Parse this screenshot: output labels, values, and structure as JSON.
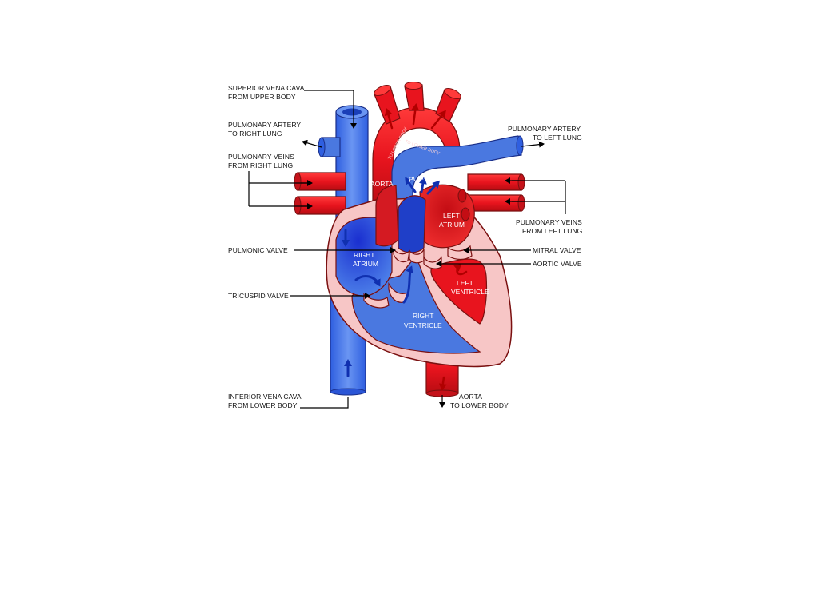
{
  "labels": {
    "superior_vena_cava": [
      "SUPERIOR VENA CAVA",
      "FROM UPPER BODY"
    ],
    "pulmonary_artery_right": [
      "PULMONARY ARTERY",
      "TO RIGHT LUNG"
    ],
    "pulmonary_veins_right": [
      "PULMONARY VEINS",
      "FROM RIGHT LUNG"
    ],
    "pulmonic_valve": "PULMONIC VALVE",
    "tricuspid_valve": "TRICUSPID VALVE",
    "inferior_vena_cava": [
      "INFERIOR VENA CAVA",
      "FROM LOWER BODY"
    ],
    "aorta_lower": [
      "AORTA",
      "TO LOWER BODY"
    ],
    "pulmonary_artery_left": [
      "PULMONARY ARTERY",
      "TO LEFT LUNG"
    ],
    "pulmonary_veins_left": [
      "PULMONARY VEINS",
      "FROM LEFT LUNG"
    ],
    "mitral_valve": "MITRAL VALVE",
    "aortic_valve": "AORTIC VALVE"
  },
  "inner_labels": {
    "aorta": "AORTA",
    "pulmonary_artery": "PULMONARY ARTERY",
    "left_atrium": [
      "LEFT",
      "ATRIUM"
    ],
    "right_atrium": [
      "RIGHT",
      "ATRIUM"
    ],
    "left_ventricle": [
      "LEFT",
      "VENTRICLE"
    ],
    "right_ventricle": [
      "RIGHT",
      "VENTRICLE"
    ],
    "to_upper_body": "TO UPPER BODY",
    "to_lower_body": "TO LOWER BODY"
  },
  "colors": {
    "oxygenated": "#e8141e",
    "deoxygenated": "#4a78e0",
    "chamber_blue": "#1f3fc8",
    "muscle": "#f7c6c6",
    "outline": "#7a1010"
  }
}
